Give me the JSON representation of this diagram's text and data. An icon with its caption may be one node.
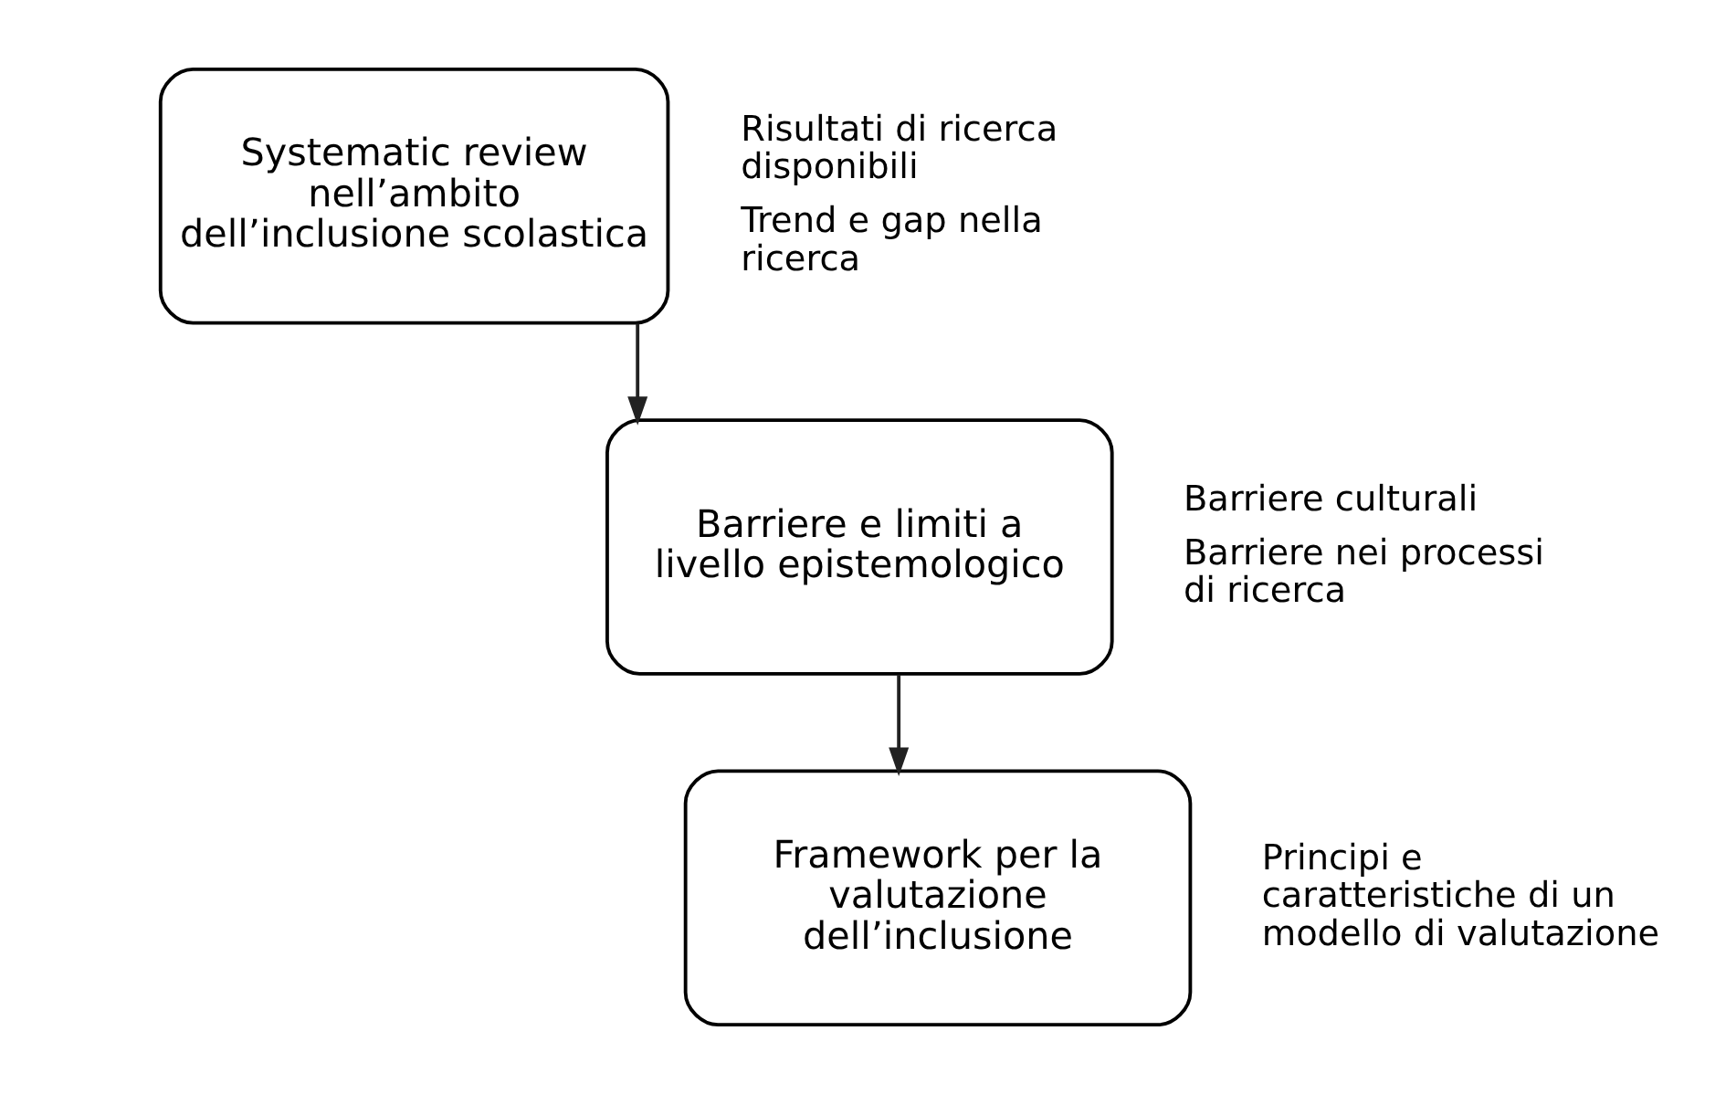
{
  "diagram": {
    "nodes": [
      {
        "text": [
          "Systematic review nell’ambito dell’inclusione scolastica"
        ],
        "beside": [
          "Risultati di ricerca disponibili",
          "Trend e gap nella ricerca"
        ]
      },
      {
        "text": [
          "Barriere e limiti a livello epistemologico"
        ],
        "beside": [
          "Barriere culturali",
          "Barriere nei processi di ricerca"
        ]
      },
      {
        "text": [
          "Framework per la valutazione dell’inclusione"
        ],
        "beside": [
          "Principi e caratteristiche di un modello di valutazione"
        ]
      }
    ],
    "edges": [
      {
        "from": 0,
        "to": 1,
        "arrow": "to"
      },
      {
        "from": 1,
        "to": 2,
        "arrow": "to"
      }
    ]
  }
}
